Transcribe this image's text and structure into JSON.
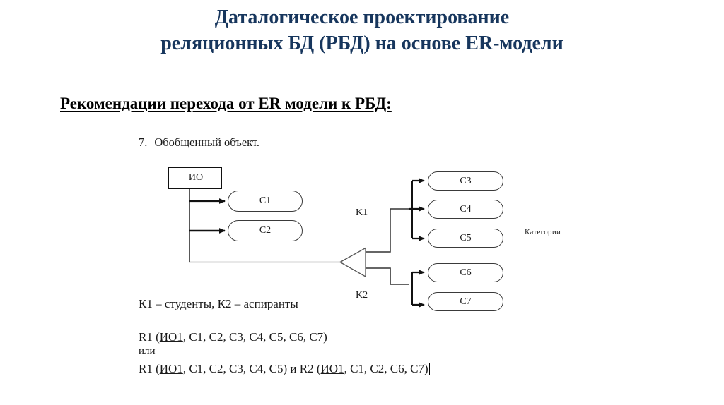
{
  "slide": {
    "title_lines": [
      "Даталогическое проектирование",
      "реляционных БД (РБД) на основе ER-модели"
    ],
    "title_color": "#17365D",
    "subtitle": "Рекомендации перехода от ER модели к РБД:",
    "item_number": "7.",
    "item_text": "Обобщенный объект.",
    "legend": "К1 – студенты, К2 – аспиранты",
    "relation_all": {
      "prefix": "R1 (",
      "key": "ИО1",
      "rest": ", C1, C2, C3, C4, C5, C6, C7)"
    },
    "or_word": "или",
    "relation_split": {
      "part1_prefix": "R1 (",
      "part1_key": "ИО1",
      "part1_rest": ", C1, C2, C3, C4, C5)",
      "conjunction": " и ",
      "part2_prefix": "R2 (",
      "part2_key": "ИО1",
      "part2_rest": ", C1, C2, C6, C7)"
    }
  },
  "diagram": {
    "generalized_object": "ИО",
    "common_attributes": [
      {
        "label": "C1"
      },
      {
        "label": "C2"
      }
    ],
    "category_groups": [
      {
        "label": "K1",
        "attributes": [
          {
            "label": "C3"
          },
          {
            "label": "C4"
          },
          {
            "label": "C5"
          }
        ]
      },
      {
        "label": "K2",
        "attributes": [
          {
            "label": "C6"
          },
          {
            "label": "C7"
          }
        ]
      }
    ],
    "categories_caption": "Категории",
    "line_color": "#111111",
    "pill_border_color": "#3a3a3a"
  }
}
